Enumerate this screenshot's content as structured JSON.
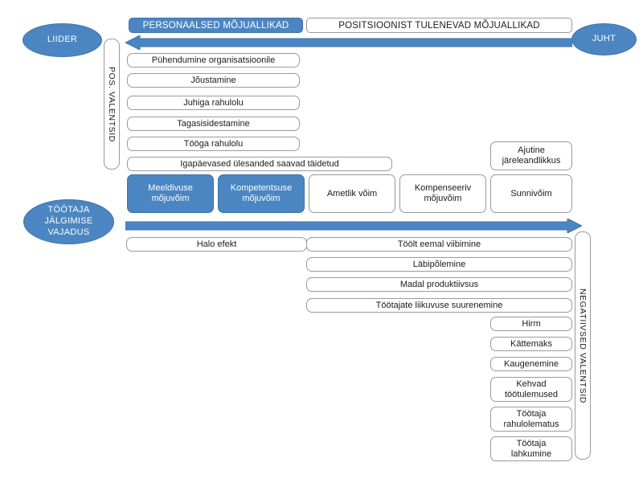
{
  "diagram": {
    "title": "Mojuallikad ja valentsid",
    "colors": {
      "blue_fill": "#4b86c2",
      "blue_stroke": "#3d72a8",
      "box_stroke": "#9a9a9a",
      "text_dark": "#1b1b1b",
      "text_light": "#ffffff",
      "background": "#ffffff"
    }
  },
  "actors": {
    "left_ellipse": "LIIDER",
    "right_ellipse": "JUHT",
    "bottom_left_ellipse": "TÖÖTAJA\nJÄLGIMISE\nVAJADUS"
  },
  "banners": {
    "personal": "PERSONAALSED MÕJUALLIKAD",
    "positional": "POSITSIOONIST TULENEVAD MÕJUALLIKAD"
  },
  "arrows": {
    "top": {
      "direction": "left",
      "color": "#4b86c2"
    },
    "bottom": {
      "direction": "right",
      "color": "#4b86c2"
    }
  },
  "side_labels": {
    "positive": "POS. VALENTSID",
    "negative": "NEGATIIVSED VALENTSID"
  },
  "positive_outcomes": [
    "Pühendumine organisatsioonile",
    "Jõustamine",
    "Juhiga rahulolu",
    "Tagasisidestamine",
    "Tööga rahulolu",
    "Igapäevased ülesanded saavad täidetud"
  ],
  "temporary_outcome": "Ajutine\njäreleandlikkus",
  "power_sources": [
    {
      "label": "Meeldivuse\nmõjuvõim",
      "style": "filled"
    },
    {
      "label": "Kompetentsuse\nmõjuvõim",
      "style": "filled"
    },
    {
      "label": "Ametlik võim",
      "style": "outline"
    },
    {
      "label": "Kompenseeriv\nmõjuvõim",
      "style": "outline"
    },
    {
      "label": "Sunnivõim",
      "style": "outline"
    }
  ],
  "halo_effect": "Halo efekt",
  "negative_outcomes_wide": [
    "Töölt eemal viibimine",
    "Läbipõlemine",
    "Madal produktiivsus",
    "Töötajate liikuvuse suurenemine"
  ],
  "negative_outcomes_narrow": [
    "Hirm",
    "Kättemaks",
    "Kaugenemine",
    "Kehvad\ntöötulemused",
    "Töötaja\nrahulolematus",
    "Töötaja\nlahkumine"
  ]
}
